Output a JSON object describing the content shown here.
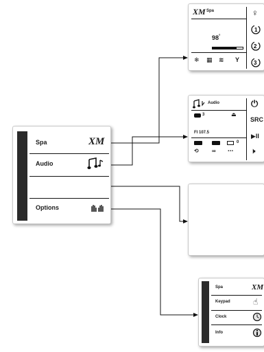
{
  "main_menu": {
    "items": [
      {
        "label": "Spa",
        "icon": "xm-logo-icon"
      },
      {
        "label": "Audio",
        "icon": "music-notes-icon"
      },
      {
        "label": "",
        "icon": ""
      },
      {
        "label": "Options",
        "icon": "hands-icon"
      }
    ],
    "xm_logo": "XM"
  },
  "spa_screen": {
    "header": "Spa",
    "logo": "XM",
    "temperature": "98",
    "temperature_unit": "°",
    "heater_level": 0.8,
    "right_icons": [
      "bulb-icon",
      "pump-1-icon",
      "pump-2-icon",
      "pump-3-icon"
    ],
    "bottom_icons": [
      "snowflake-icon",
      "filter-icon",
      "heat-icon",
      "y-valve-icon"
    ]
  },
  "audio_screen": {
    "header": "Audio",
    "source_number": "3",
    "station": "FI 107.5",
    "right_labels": {
      "power": "",
      "src": "SRC",
      "play_pause": "▶II"
    },
    "bottom_num": "0",
    "right_icons": [
      "power-icon",
      "src-icon",
      "play-pause-icon",
      "mute-icon"
    ]
  },
  "blank_screen": {},
  "options_screen": {
    "items": [
      {
        "label": "Spa",
        "icon": "xm-logo-icon"
      },
      {
        "label": "Keypad",
        "icon": "keypad-hand-icon"
      },
      {
        "label": "Clock",
        "icon": "clock-icon"
      },
      {
        "label": "Info",
        "icon": "info-icon"
      }
    ],
    "logo": "XM"
  },
  "colors": {
    "line": "#111111",
    "dark_bar": "#2a2a2a",
    "panel_border": "#c9c9c9"
  }
}
